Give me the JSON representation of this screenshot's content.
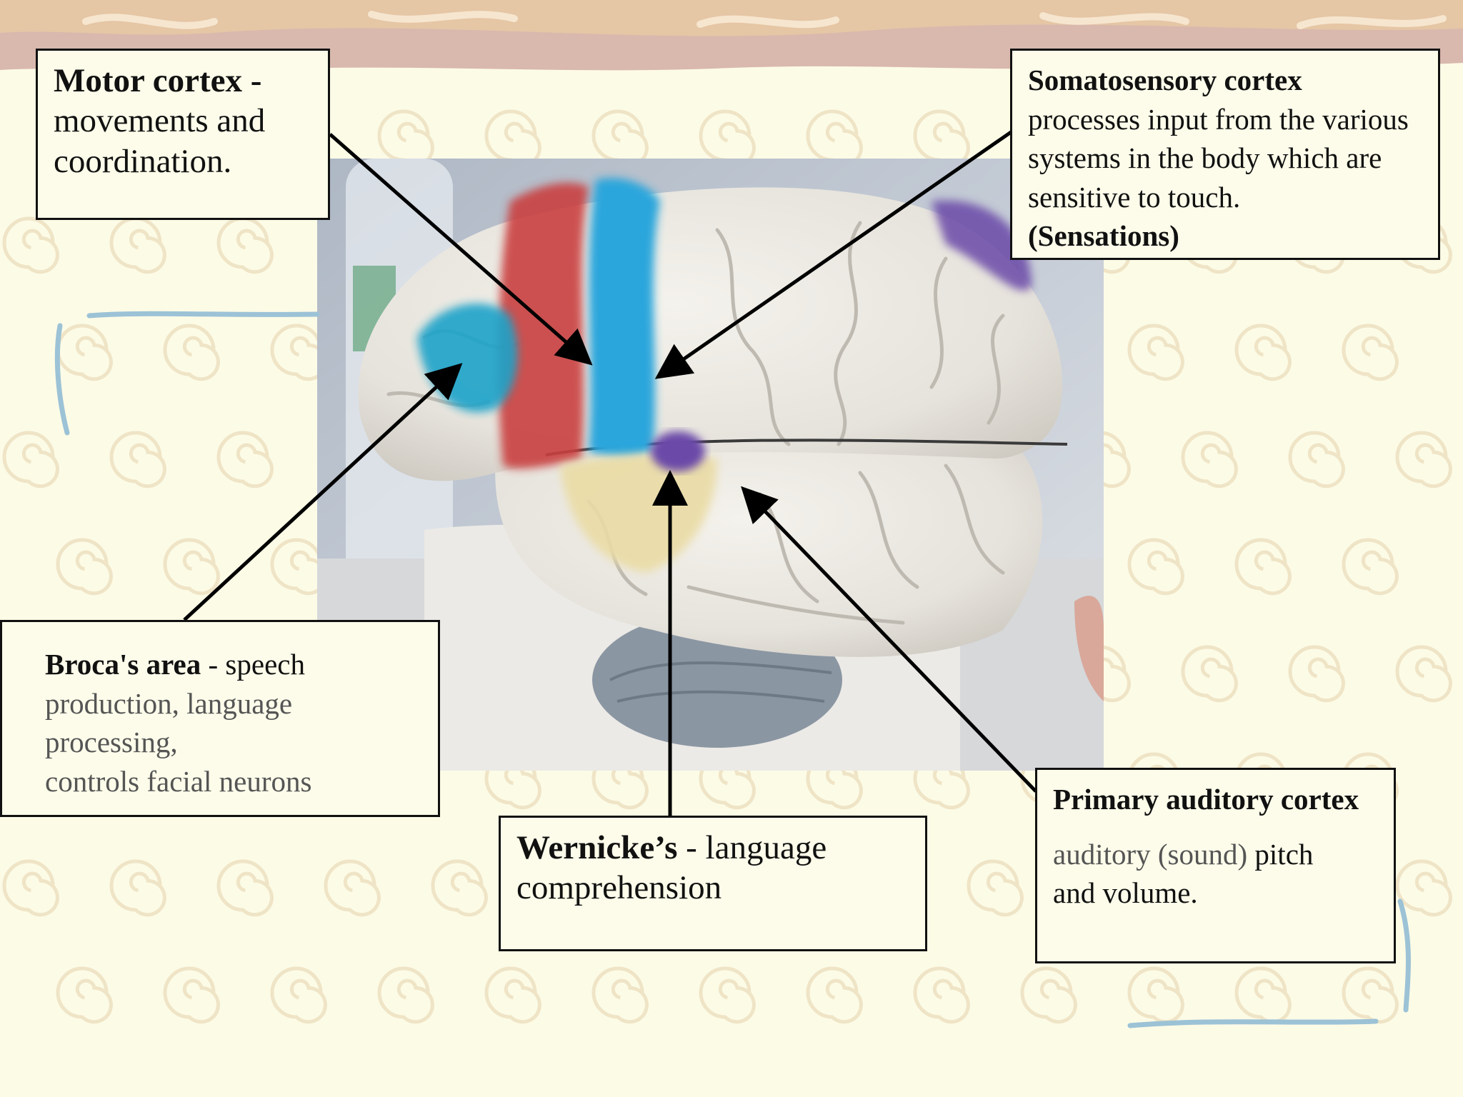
{
  "callouts": {
    "motor": {
      "term": "Motor cortex",
      "separator": " -",
      "description": "movements and coordination."
    },
    "somatosensory": {
      "term": "Somatosensory cortex",
      "description": "processes input from the various systems in the body which are sensitive to touch.",
      "note": "(Sensations)"
    },
    "broca": {
      "term": "Broca's area",
      "separator": " - ",
      "first_word": "speech",
      "line2": "production, language",
      "line3": "processing,",
      "line4": "controls facial neurons"
    },
    "wernicke": {
      "term": "Wernicke’s",
      "separator": " - ",
      "description": "language comprehension"
    },
    "auditory": {
      "term": "Primary auditory cortex",
      "desc_a": "auditory",
      "desc_b": "(sound)",
      "desc_c": "pitch",
      "desc_d": "and volume."
    }
  },
  "colors": {
    "background": "#fcfbe6",
    "banner": "#d9b8ae",
    "swirl": "#efe4c6",
    "deco_line": "#9cc2d6",
    "motor_region": "#c9403f",
    "somatosensory_region": "#2ba6dc",
    "broca_region": "#1ea3c9",
    "wernicke_region": "#6a4aa8",
    "auditory_region": "#eadca5"
  }
}
